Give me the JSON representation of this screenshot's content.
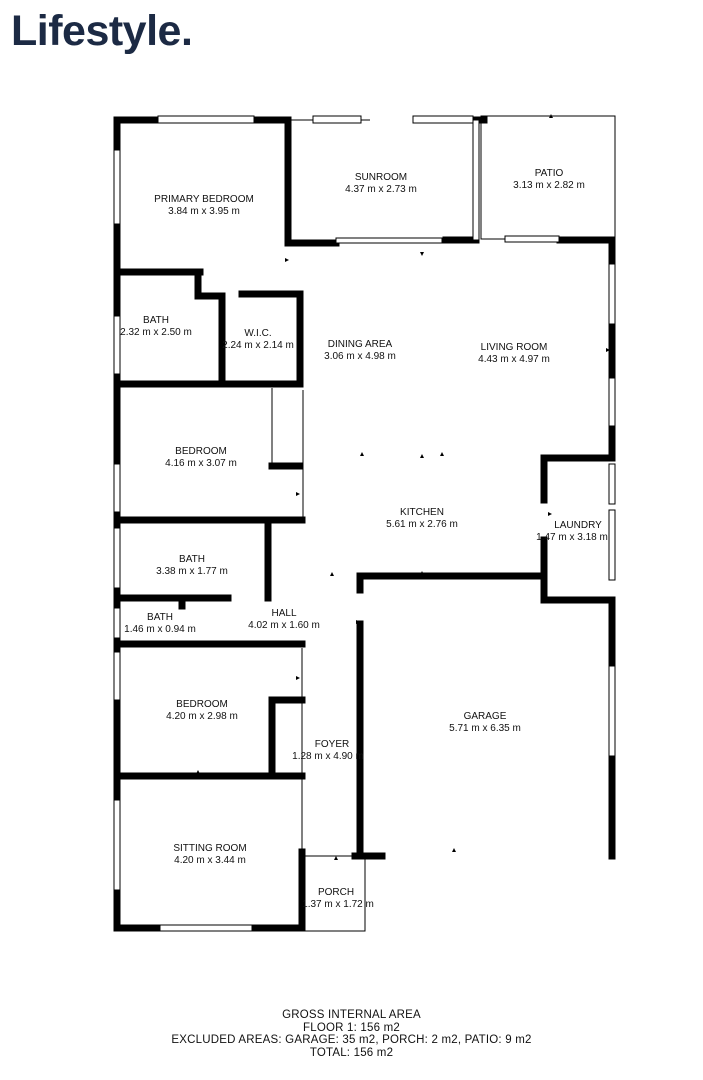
{
  "brand": {
    "logo_text": "Lifestyle."
  },
  "rooms": [
    {
      "key": "primary-bedroom",
      "name": "PRIMARY BEDROOM",
      "size": "3.84 m x 3.95 m"
    },
    {
      "key": "sunroom",
      "name": "SUNROOM",
      "size": "4.37 m x 2.73 m"
    },
    {
      "key": "patio",
      "name": "PATIO",
      "size": "3.13 m x 2.82 m"
    },
    {
      "key": "bath-ensuite",
      "name": "BATH",
      "size": "2.32 m x 2.50 m"
    },
    {
      "key": "wic",
      "name": "W.I.C.",
      "size": "2.24 m x 2.14 m"
    },
    {
      "key": "dining-area",
      "name": "DINING AREA",
      "size": "3.06 m x 4.98 m"
    },
    {
      "key": "living-room",
      "name": "LIVING ROOM",
      "size": "4.43 m x 4.97 m"
    },
    {
      "key": "bedroom-2",
      "name": "BEDROOM",
      "size": "4.16 m x 3.07 m"
    },
    {
      "key": "kitchen",
      "name": "KITCHEN",
      "size": "5.61 m x 2.76 m"
    },
    {
      "key": "laundry",
      "name": "LAUNDRY",
      "size": "1.47 m x 3.18 m"
    },
    {
      "key": "bath-main",
      "name": "BATH",
      "size": "3.38 m x 1.77 m"
    },
    {
      "key": "bath-small",
      "name": "BATH",
      "size": "1.46 m x 0.94 m"
    },
    {
      "key": "hall",
      "name": "HALL",
      "size": "4.02 m x 1.60 m"
    },
    {
      "key": "bedroom-3",
      "name": "BEDROOM",
      "size": "4.20 m x 2.98 m"
    },
    {
      "key": "garage",
      "name": "GARAGE",
      "size": "5.71 m x 6.35 m"
    },
    {
      "key": "foyer",
      "name": "FOYER",
      "size": "1.28 m x 4.90 m"
    },
    {
      "key": "sitting-room",
      "name": "SITTING ROOM",
      "size": "4.20 m x 3.44 m"
    },
    {
      "key": "porch",
      "name": "PORCH",
      "size": "1.37 m x 1.72 m"
    }
  ],
  "footer": {
    "title": "GROSS INTERNAL AREA",
    "floor": "FLOOR 1: 156 m2",
    "excluded": "EXCLUDED AREAS: GARAGE: 35 m2, PORCH: 2 m2, PATIO: 9 m2",
    "total": "TOTAL: 156 m2"
  }
}
